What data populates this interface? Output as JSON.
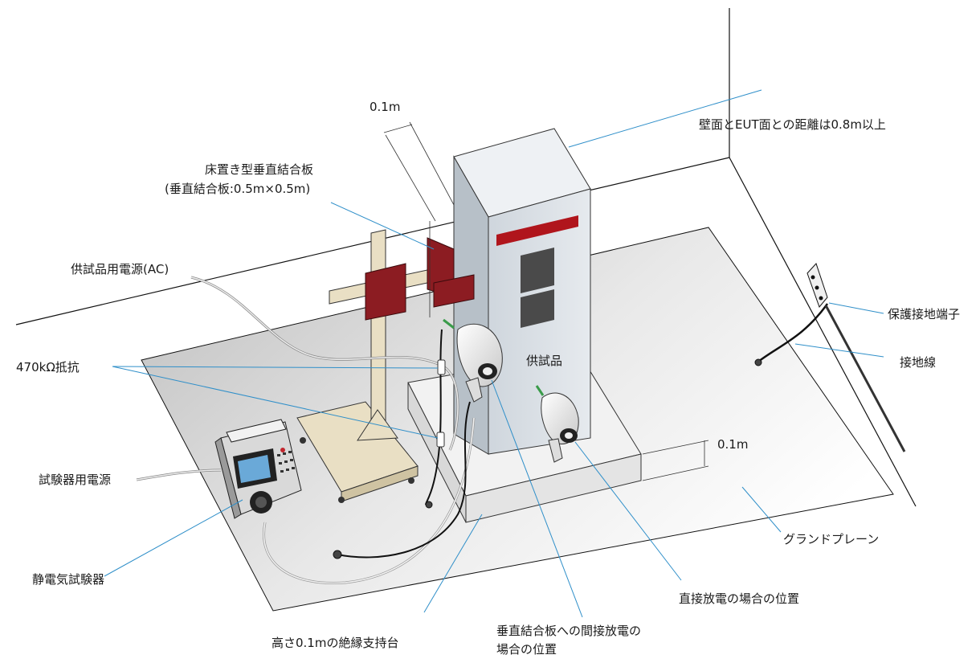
{
  "labels": {
    "dim_top": "0.1m",
    "wall_distance": "壁面とEUT面との距離は0.8m以上",
    "vcp_title": "床置き型垂直結合板",
    "vcp_size": "(垂直結合板:0.5m×0.5m)",
    "eut_power": "供試品用電源(AC)",
    "resistor": "470kΩ抵抗",
    "eut": "供試品",
    "dim_right": "0.1m",
    "tester_power": "試験器用電源",
    "esd_tester": "静電気試験器",
    "ground_terminal": "保護接地端子",
    "ground_wire": "接地線",
    "ground_plane": "グランドプレーン",
    "direct_discharge": "直接放電の場合の位置",
    "support": "高さ0.1mの絶縁支持台",
    "indirect_line1": "垂直結合板への間接放電の",
    "indirect_line2": "場合の位置"
  },
  "colors": {
    "leader": "#2f8fc9",
    "coupling_plate": "#8c1c22",
    "eut_body": "#d7dde3",
    "eut_stripe": "#b0151c",
    "eut_window": "#4a4a4a",
    "wood": "#e9dfc4",
    "floor_plane": "#c9c9c9"
  },
  "icons": [
    "esd-gun-icon",
    "esd-tester-icon",
    "ground-terminal-icon",
    "resistor-icon"
  ]
}
